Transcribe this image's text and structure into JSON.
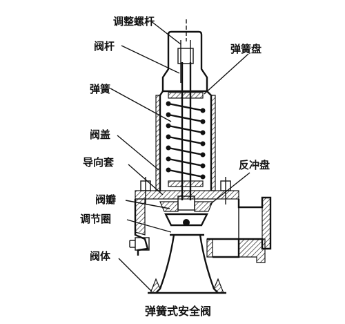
{
  "labels": {
    "adjust_screw": "调整螺杆",
    "stem": "阀杆",
    "spring_disc": "弹簧盘",
    "spring": "弹簧",
    "bonnet": "阀盖",
    "guide_sleeve": "导向套",
    "recoil_disc": "反冲盘",
    "valve_disc": "阀瓣",
    "adjust_ring": "调节圈",
    "body": "阀体"
  },
  "caption": "弹簧式安全阀"
}
